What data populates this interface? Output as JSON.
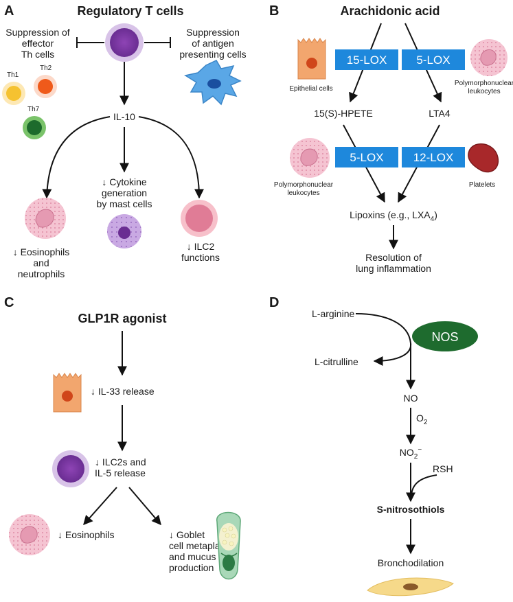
{
  "panel_a": {
    "letter": "A",
    "title": "Regulatory T cells",
    "suppression_left": [
      "Suppression of",
      "effector",
      "Th cells"
    ],
    "suppression_right": [
      "Suppression",
      "of antigen",
      "presenting cells"
    ],
    "th_cells": [
      "Th1",
      "Th2",
      "Th7"
    ],
    "cytokine": "IL-10",
    "outcome_left": [
      "↓ Eosinophils",
      "and",
      "neutrophils"
    ],
    "outcome_middle": [
      "↓ Cytokine",
      "generation",
      "by mast cells"
    ],
    "outcome_right": [
      "↓ ILC2",
      "functions"
    ]
  },
  "panel_b": {
    "letter": "B",
    "title": "Arachidonic acid",
    "enzymes": [
      "15-LOX",
      "5-LOX",
      "5-LOX",
      "12-LOX"
    ],
    "cell_labels": {
      "epithelial": "Epithelial cells",
      "pmn_top": [
        "Polymorphonuclear",
        "leukocytes"
      ],
      "pmn_bottom": [
        "Polymorphonuclear",
        "leukocytes"
      ],
      "platelets": "Platelets"
    },
    "intermediate_left": "15(S)-HPETE",
    "intermediate_right": "LTA4",
    "lipoxins_prefix": "Lipoxins (e.g., LXA",
    "lipoxins_sub": "4",
    "lipoxins_suffix": ")",
    "outcome": [
      "Resolution of",
      "lung inflammation"
    ]
  },
  "panel_c": {
    "letter": "C",
    "title": "GLP1R agonist",
    "step1": "↓ IL-33 release",
    "step2": [
      "↓ ILC2s and",
      "IL-5 release"
    ],
    "outcome_left": "↓ Eosinophils",
    "outcome_right": [
      "↓ Goblet",
      "cell metaplasia",
      "and mucus",
      "production"
    ]
  },
  "panel_d": {
    "letter": "D",
    "substrate": "L-arginine",
    "enzyme": "NOS",
    "byproduct": "L-citrulline",
    "product": "NO",
    "oxidant": "O",
    "oxidant_sub": "2",
    "nitrite": "NO",
    "nitrite_sub": "2",
    "nitrite_sup": "−",
    "thiol": "RSH",
    "snitroso": "S-nitrosothiols",
    "outcome": "Bronchodilation"
  },
  "colors": {
    "enzyme_box": "#1e88dc",
    "nos_ellipse": "#1e6b2e",
    "treg_purple": "#7b3aa0",
    "eosinophil_pink": "#f2b8c6",
    "epithelial_orange": "#f0a070",
    "platelet_red": "#a8282a"
  }
}
